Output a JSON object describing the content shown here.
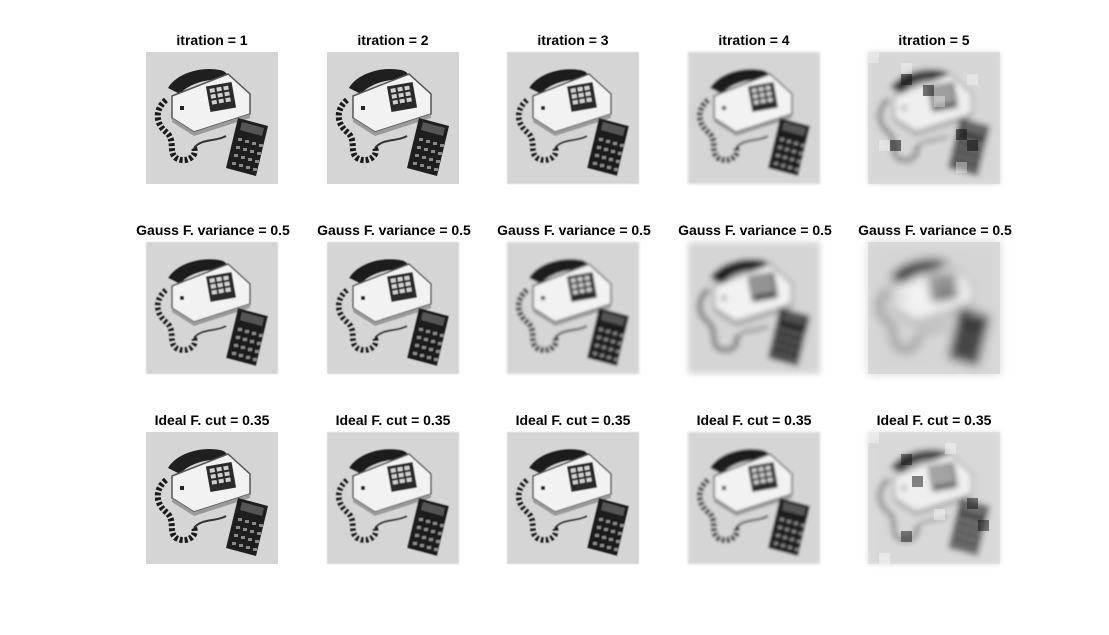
{
  "figure": {
    "rows": [
      {
        "titles": [
          "itration = 1",
          "itration = 2",
          "itration = 3",
          "itration = 4",
          "itration = 5"
        ]
      },
      {
        "titles": [
          "Gauss F. variance = 0.5",
          "Gauss F. variance = 0.5",
          "Gauss F. variance = 0.5",
          "Gauss F. variance = 0.5",
          "Gauss F. variance = 0.5"
        ]
      },
      {
        "titles": [
          "Ideal F. cut = 0.35",
          "Ideal F. cut = 0.35",
          "Ideal F. cut = 0.35",
          "Ideal F. cut = 0.35",
          "Ideal F. cut = 0.35"
        ]
      }
    ],
    "colors": {
      "background": "#ffffff",
      "image_background": "#d8d8d8",
      "phone_body": "#f0f0f0",
      "phone_dark": "#2a2a2a",
      "calculator": "#1e1e1e",
      "keys": "#cfcfcf"
    }
  }
}
